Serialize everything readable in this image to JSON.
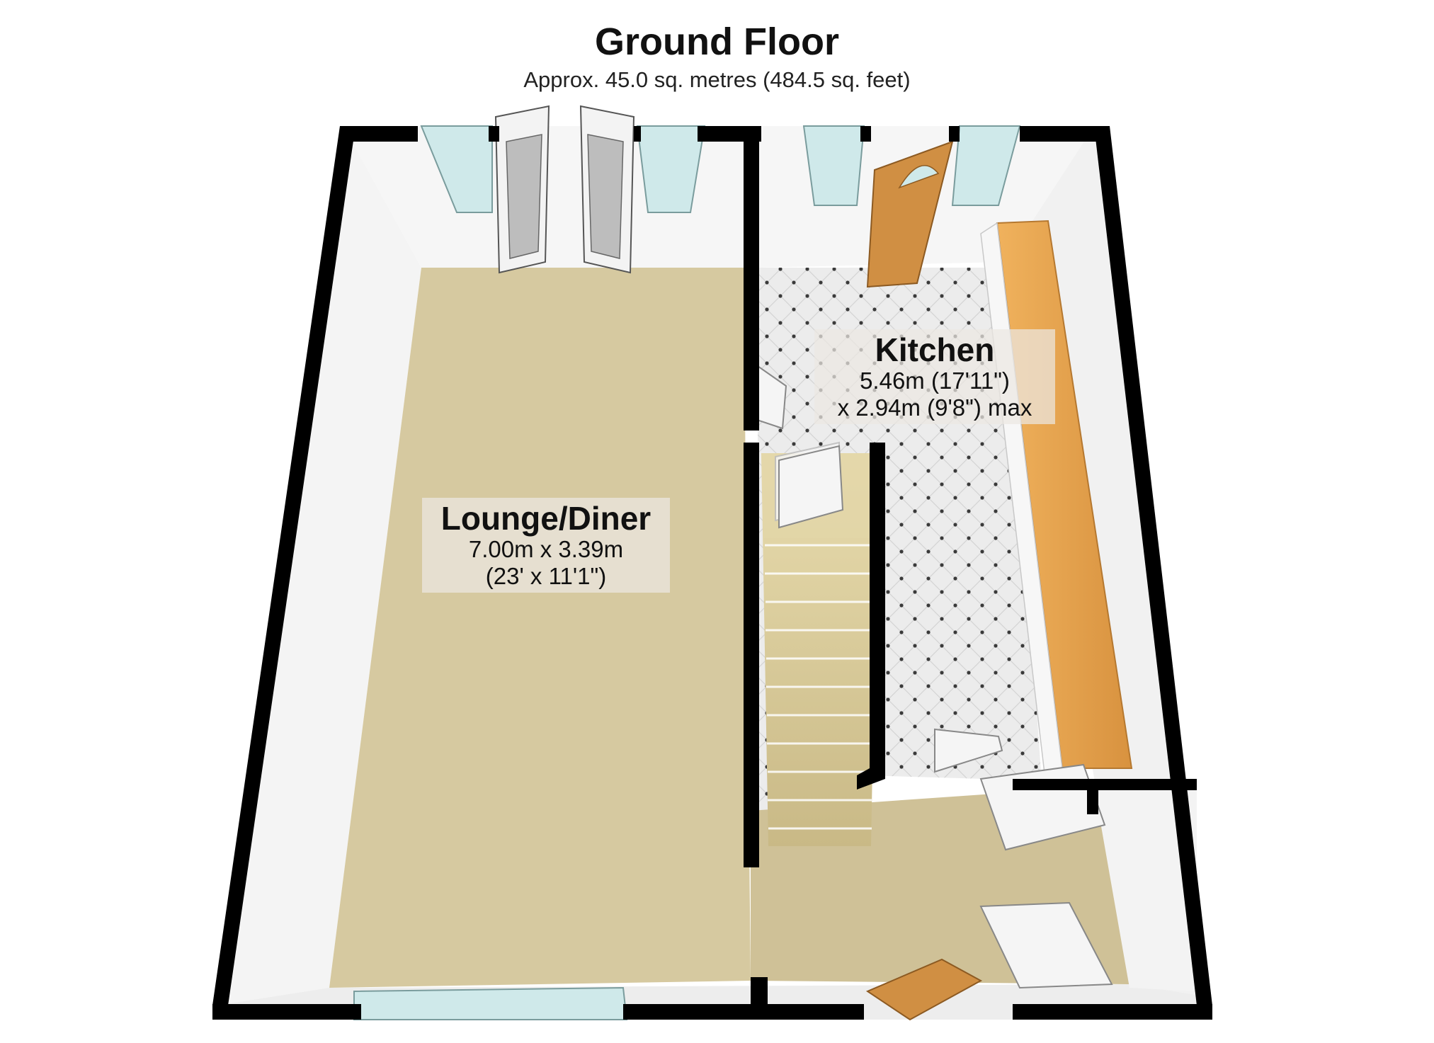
{
  "header": {
    "title": "Ground Floor",
    "subtitle": "Approx. 45.0 sq. metres (484.5 sq. feet)"
  },
  "rooms": {
    "lounge": {
      "name": "Lounge/Diner",
      "dim_line1": "7.00m x 3.39m",
      "dim_line2": "(23' x 11'1\")"
    },
    "kitchen": {
      "name": "Kitchen",
      "dim_line1": "5.46m (17'11\")",
      "dim_line2": "x 2.94m (9'8\") max"
    }
  },
  "colors": {
    "wall": "#000000",
    "wall_face": "#f2f2f2",
    "carpet": "#d6c9a0",
    "kitchen_floor": "#eeeeee",
    "worktop": "#e6a24c",
    "door_wood": "#d08f43",
    "window": "#cfe9ea"
  }
}
